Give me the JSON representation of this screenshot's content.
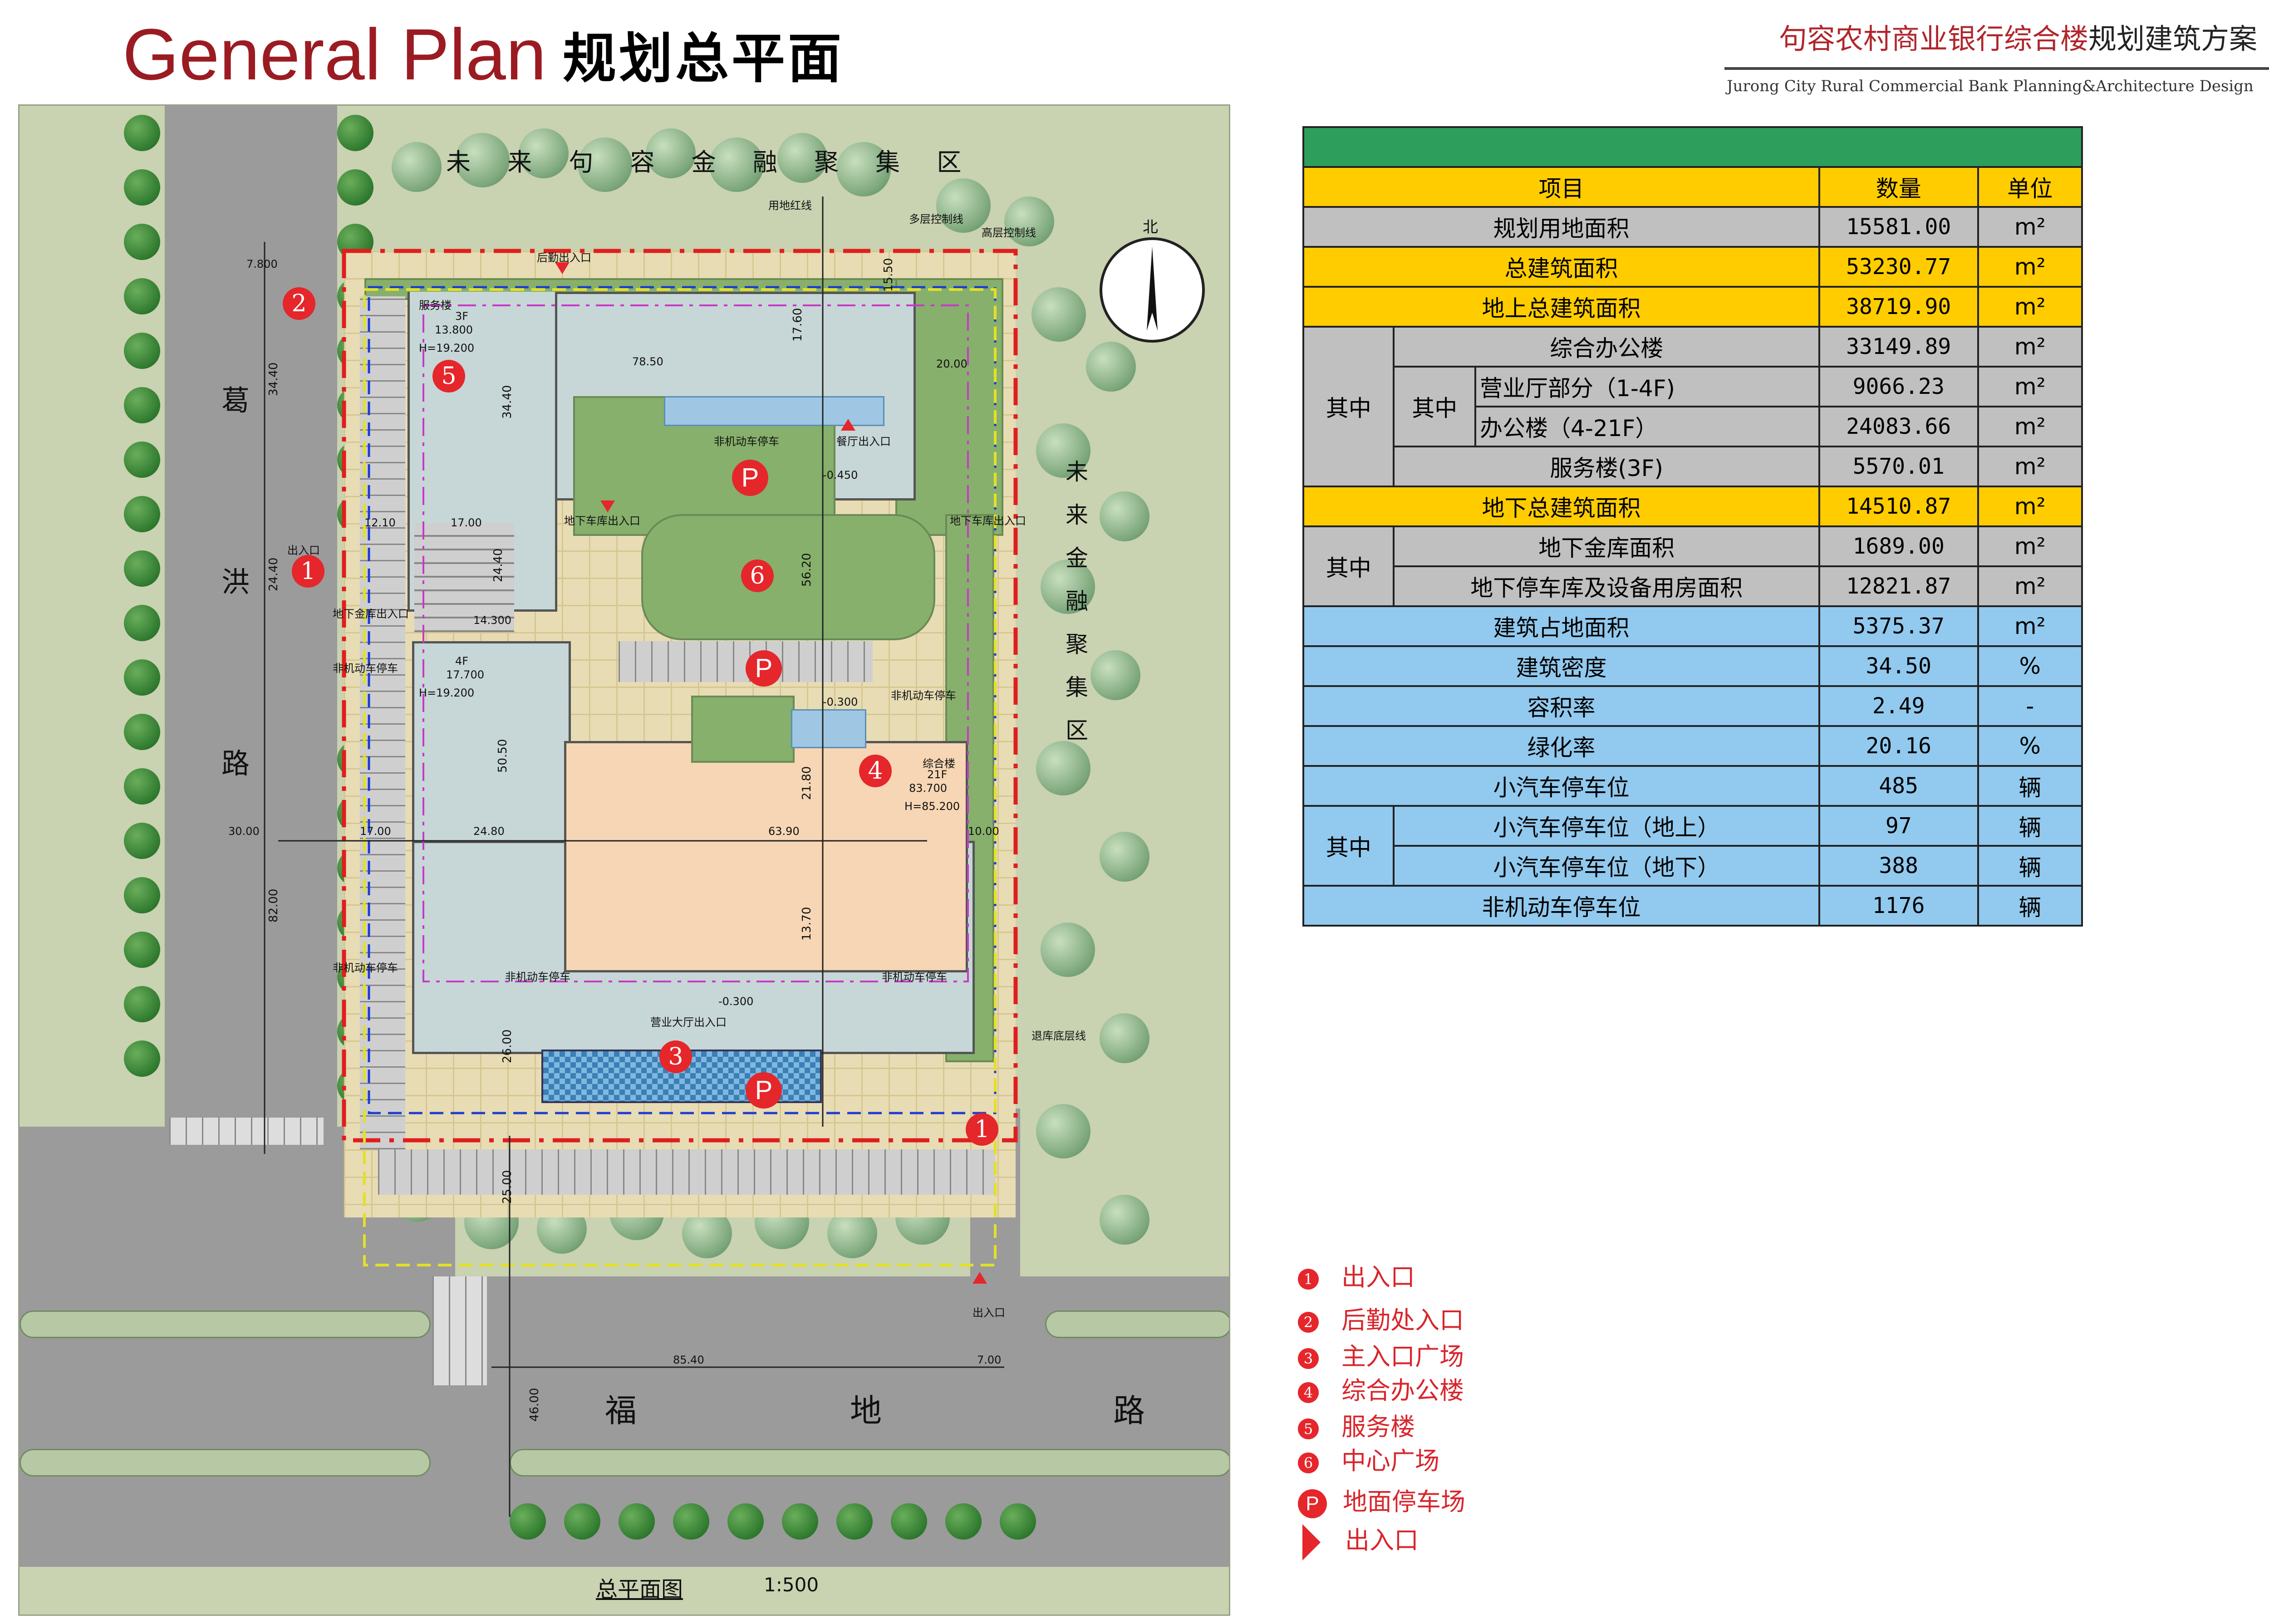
{
  "header": {
    "title_en": "General Plan",
    "title_zh": "规划总平面",
    "project_zh_red": "句容农村商业银行综合楼",
    "project_zh_black": "规划建筑方案",
    "project_en": "Jurong City Rural Commercial Bank Planning&Architecture Design"
  },
  "plan": {
    "north": "北",
    "top_zone": "未 来 句 容 金 融 聚 集 区",
    "east_zone": [
      "未",
      "来",
      "金",
      "融",
      "聚",
      "集",
      "区"
    ],
    "road_west": [
      "葛",
      "洪",
      "路"
    ],
    "road_south": [
      "福",
      "地",
      "路"
    ],
    "scale_label": "总平面图",
    "scale": "1:500",
    "labels": {
      "redline": "用地红线",
      "multi_ctrl": "多层控制线",
      "high_ctrl": "高层控制线",
      "building_limit": "退库底层线",
      "logistics_entry": "后勤出入口",
      "entrance": "出入口",
      "underground_ramp": "地下车库出入口",
      "vault_ramp": "地下金库出入口",
      "underground_ramp_east": "地下车库出入口",
      "motor_parking": "非机动车停车",
      "hall_entry": "餐厅出入口",
      "business_entry": "营业大厅出入口",
      "service_bldg": "服务楼",
      "service_floors": "3F",
      "service_elev": "13.800",
      "service_height": "H=19.200",
      "west_floors": "4F",
      "west_elev": "17.700",
      "west_height": "H=19.200",
      "office_name": "综合楼",
      "office_floors": "21F",
      "office_elev": "83.700",
      "office_height": "H=85.200",
      "lvl_450": "-0.450",
      "lvl_300a": "-0.300",
      "lvl_300b": "-0.300",
      "elev_14300": "14.300"
    },
    "dims": {
      "d7800": "7.800",
      "d3440": "34.40",
      "d2440": "24.40",
      "d8200": "82.00",
      "d3000": "30.00",
      "d7850": "78.50",
      "d1760": "17.60",
      "d1500": "15.50",
      "d2000": "20.00",
      "d3440b": "34.40",
      "d1210": "12.10",
      "d1700a": "17.00",
      "d2440b": "24.40",
      "d5620": "56.20",
      "d5050": "50.50",
      "d2180": "21.80",
      "d1700b": "17.00",
      "d2480": "24.80",
      "d6390": "63.90",
      "d1000": "10.00",
      "d1370": "13.70",
      "d2600": "26.00",
      "d2500": "25.00",
      "d8540": "85.40",
      "d700": "7.00",
      "d4600": "46.00"
    }
  },
  "table": {
    "headers": [
      "项目",
      "数量",
      "单位"
    ],
    "rows": {
      "r1": {
        "label": "规划用地面积",
        "value": "15581.00",
        "unit": "m²"
      },
      "r2": {
        "label": "总建筑面积",
        "value": "53230.77",
        "unit": "m²"
      },
      "r3": {
        "label": "地上总建筑面积",
        "value": "38719.90",
        "unit": "m²"
      },
      "r4": {
        "label": "综合办公楼",
        "value": "33149.89",
        "unit": "m²"
      },
      "r5": {
        "label": "营业厅部分（1-4F)",
        "value": "9066.23",
        "unit": "m²"
      },
      "r6": {
        "label": "办公楼（4-21F）",
        "value": "24083.66",
        "unit": "m²"
      },
      "r7": {
        "label": "服务楼(3F)",
        "value": "5570.01",
        "unit": "m²"
      },
      "r8": {
        "label": "地下总建筑面积",
        "value": "14510.87",
        "unit": "m²"
      },
      "r9": {
        "label": "地下金库面积",
        "value": "1689.00",
        "unit": "m²"
      },
      "r10": {
        "label": "地下停车库及设备用房面积",
        "value": "12821.87",
        "unit": "m²"
      },
      "r11": {
        "label": "建筑占地面积",
        "value": "5375.37",
        "unit": "m²"
      },
      "r12": {
        "label": "建筑密度",
        "value": "34.50",
        "unit": "%"
      },
      "r13": {
        "label": "容积率",
        "value": "2.49",
        "unit": "-"
      },
      "r14": {
        "label": "绿化率",
        "value": "20.16",
        "unit": "%"
      },
      "r15": {
        "label": "小汽车停车位",
        "value": "485",
        "unit": "辆"
      },
      "r16": {
        "label": "小汽车停车位（地上）",
        "value": "97",
        "unit": "辆"
      },
      "r17": {
        "label": "小汽车停车位（地下）",
        "value": "388",
        "unit": "辆"
      },
      "r18": {
        "label": "非机动车停车位",
        "value": "1176",
        "unit": "辆"
      }
    },
    "qizhong": "其中"
  },
  "legend": {
    "items": [
      {
        "icon": "1",
        "label": "出入口"
      },
      {
        "icon": "2",
        "label": "后勤处入口"
      },
      {
        "icon": "3",
        "label": "主入口广场"
      },
      {
        "icon": "4",
        "label": "综合办公楼"
      },
      {
        "icon": "5",
        "label": "服务楼"
      },
      {
        "icon": "6",
        "label": "中心广场"
      },
      {
        "icon": "P",
        "label": "地面停车场"
      }
    ],
    "arrow_label": "出入口"
  },
  "markers": {
    "m1": "1",
    "m2": "2",
    "m3": "3",
    "m4": "4",
    "m5": "5",
    "m6": "6",
    "p": "P"
  },
  "colors": {
    "title_red": "#9b1b22",
    "marker_red": "#e5262b",
    "header_green": "#2e9e5d",
    "highlight_yellow": "#ffcc00",
    "info_gray": "#c0c0c0",
    "info_blue": "#92c9ee"
  }
}
